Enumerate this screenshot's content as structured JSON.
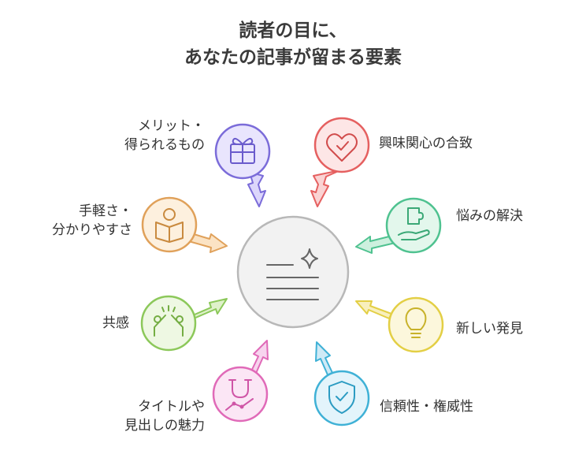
{
  "title": {
    "line1": "読者の目に、",
    "line2": "あなたの記事が留まる要素"
  },
  "center": {
    "icon": "document-sparkle-icon"
  },
  "items": [
    {
      "id": "merit",
      "lines": [
        "メリット・",
        "得られるもの"
      ],
      "icon": "gift-icon",
      "color": "#7b6cd9"
    },
    {
      "id": "ease",
      "lines": [
        "手軽さ・",
        "分かりやすさ"
      ],
      "icon": "reading-person-icon",
      "color": "#e0a15a"
    },
    {
      "id": "empathy",
      "lines": [
        "共感"
      ],
      "icon": "high-five-icon",
      "color": "#8cc85a"
    },
    {
      "id": "title-appeal",
      "lines": [
        "タイトルや",
        "見出しの魅力"
      ],
      "icon": "magnet-icon",
      "color": "#e06ab8"
    },
    {
      "id": "interest",
      "lines": [
        "興味関心の合致"
      ],
      "icon": "heart-check-icon",
      "color": "#e56060"
    },
    {
      "id": "solve",
      "lines": [
        "悩みの解決"
      ],
      "icon": "puzzle-hand-icon",
      "color": "#4fc290"
    },
    {
      "id": "discovery",
      "lines": [
        "新しい発見"
      ],
      "icon": "lightbulb-icon",
      "color": "#e3cf45"
    },
    {
      "id": "trust",
      "lines": [
        "信頼性・権威性"
      ],
      "icon": "shield-check-icon",
      "color": "#3fb1d6"
    }
  ]
}
